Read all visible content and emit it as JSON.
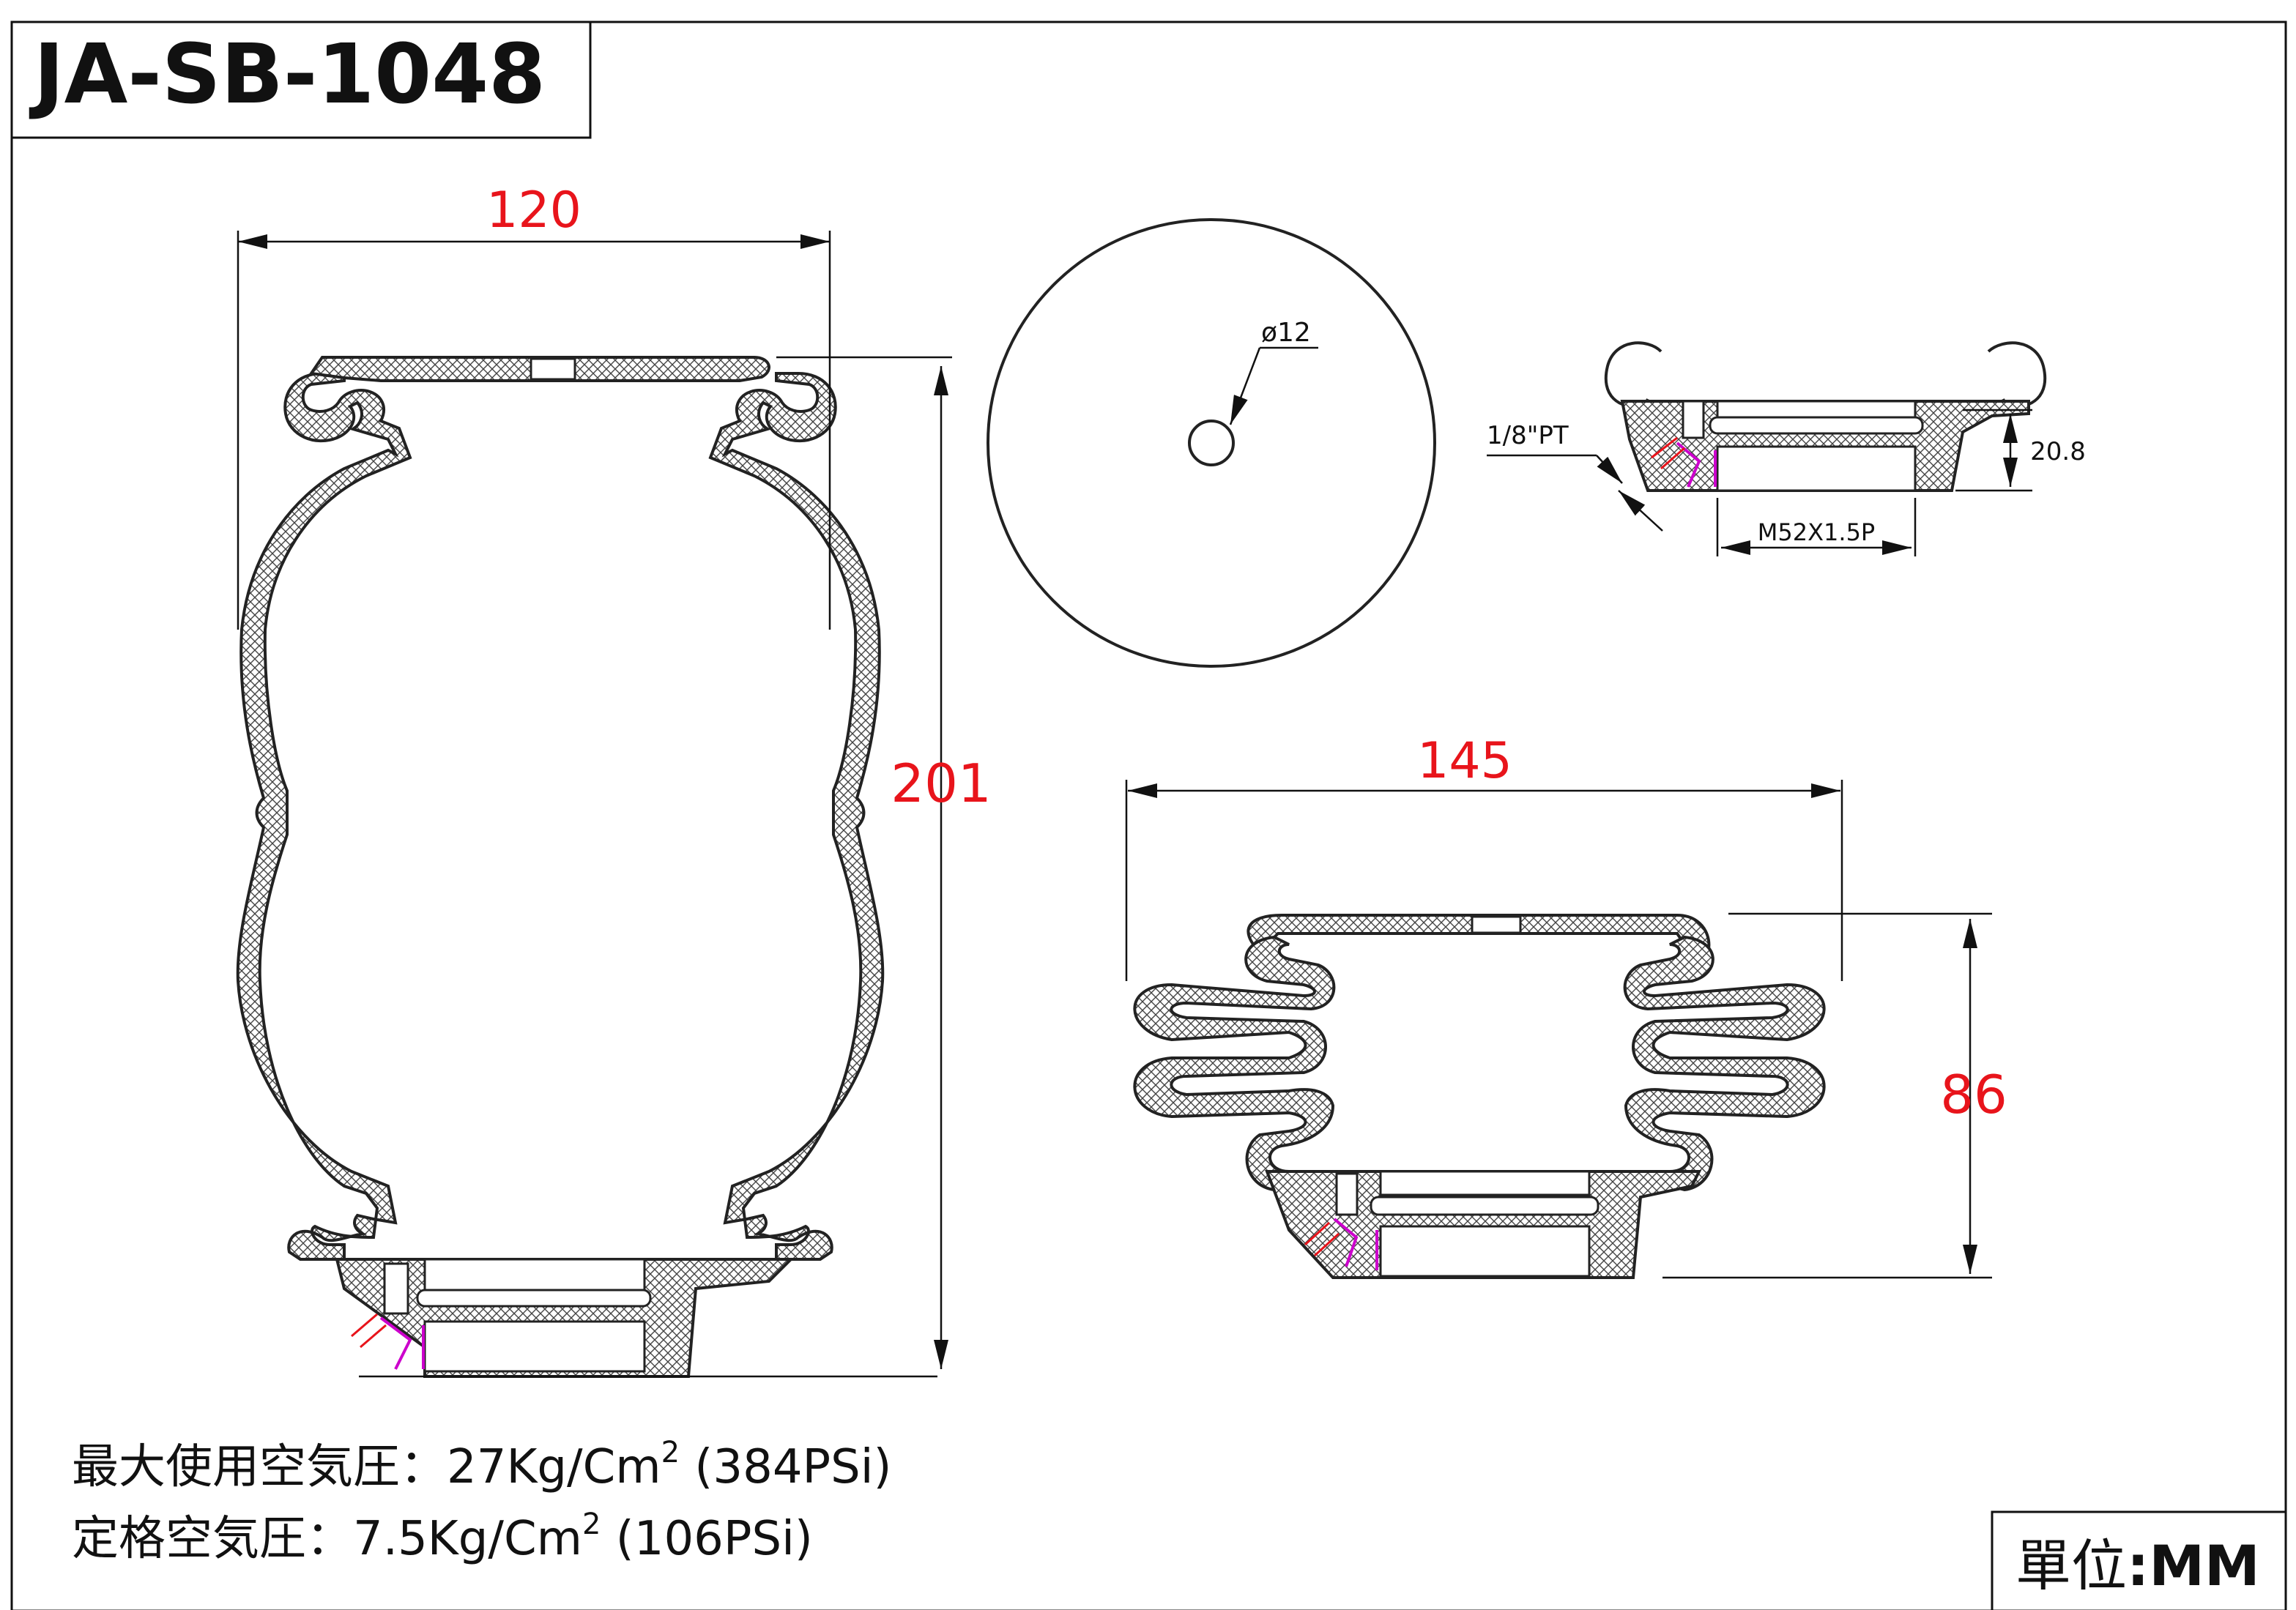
{
  "title": "JA-SB-1048",
  "units_label": "單位",
  "units_value": ":MM",
  "dims": {
    "overall_width": "120",
    "overall_height": "201",
    "plate_hole": "ø12",
    "compressed_width": "145",
    "compressed_height": "86",
    "port_size": "1/8\"PT",
    "fitting_height": "20.8",
    "thread": "M52X1.5P"
  },
  "notes": {
    "max_pressure_label": "最大使用空気圧：",
    "max_pressure_value": "27Kg/Cm",
    "max_pressure_exp": "2",
    "max_pressure_psi": " (384PSi)",
    "rated_pressure_label": "定格空気圧：",
    "rated_pressure_value": "7.5Kg/Cm",
    "rated_pressure_exp": "2",
    "rated_pressure_psi": " (106PSi)"
  },
  "colors": {
    "dimension_text": "#e8141b",
    "line": "#222222",
    "seal": "#cc00cc"
  }
}
